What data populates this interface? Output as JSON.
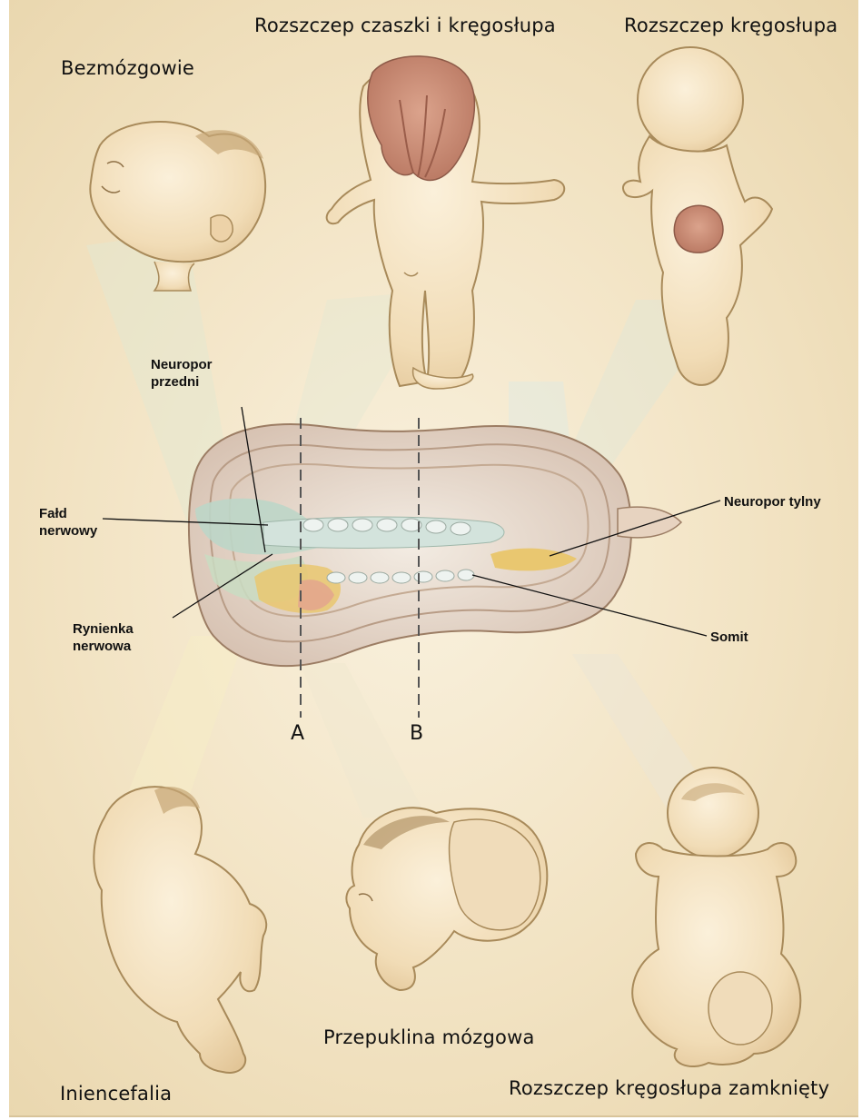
{
  "diagram": {
    "top_labels": {
      "anencephaly": "Bezmózgowie",
      "craniorachischisis": "Rozszczep czaszki i kręgosłupa",
      "spina_bifida": "Rozszczep kręgosłupa"
    },
    "bottom_labels": {
      "iniencephaly": "Iniencefalia",
      "encephalocele": "Przepuklina mózgowa",
      "closed_spina_bifida": "Rozszczep kręgosłupa zamknięty"
    },
    "embryo_labels": {
      "anterior_neuropore": "Neuropor\nprzedni",
      "neural_fold": "Fałd\nnerwowy",
      "neural_groove": "Rynienka\nnerwowa",
      "posterior_neuropore": "Neuropor tylny",
      "somite": "Somit"
    },
    "section_lines": [
      "A",
      "B"
    ],
    "colors": {
      "background": "#f2e3c3",
      "skin": "#f4e2c0",
      "skin_outline": "#a88a5a",
      "exposed_tissue": "#c98e78",
      "neural_fold": "#bcd6c8",
      "neural_tube_yellow": "#e9c770"
    }
  }
}
